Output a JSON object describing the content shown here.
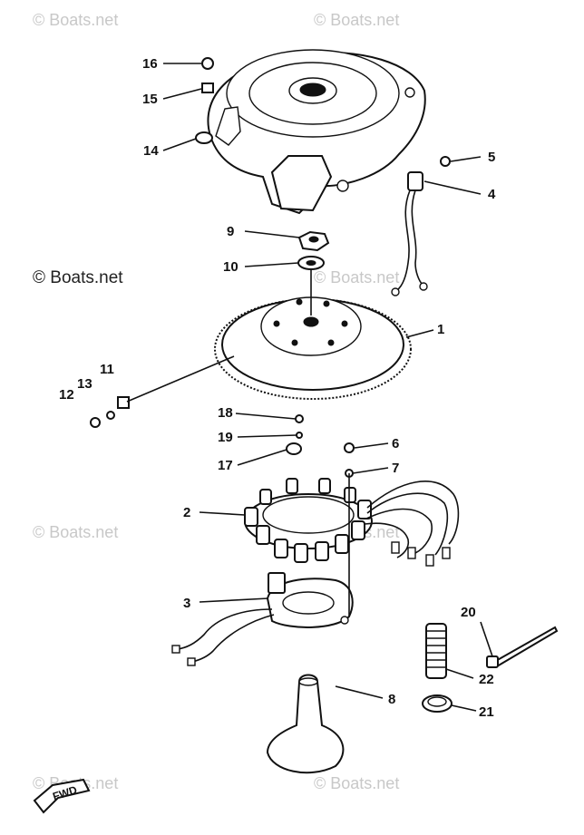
{
  "watermarks": {
    "top_left": "© Boats.net",
    "top_right": "© Boats.net",
    "mid_left": "© Boats.net",
    "mid_center": "© Boats.net",
    "lower_left": "© Boats.net",
    "lower_right": "© Boats.net",
    "bottom_left": "© Boats.net",
    "bottom_right": "© Boats.net",
    "dark": "© Boats.net"
  },
  "fwd_label": "FWD",
  "callouts": {
    "c1": "1",
    "c2": "2",
    "c3": "3",
    "c4": "4",
    "c5": "5",
    "c6": "6",
    "c7": "7",
    "c8": "8",
    "c9": "9",
    "c10": "10",
    "c11": "11",
    "c12": "12",
    "c13": "13",
    "c14": "14",
    "c15": "15",
    "c16": "16",
    "c17": "17",
    "c18": "18",
    "c19": "19",
    "c20": "20",
    "c21": "21",
    "c22": "22"
  }
}
